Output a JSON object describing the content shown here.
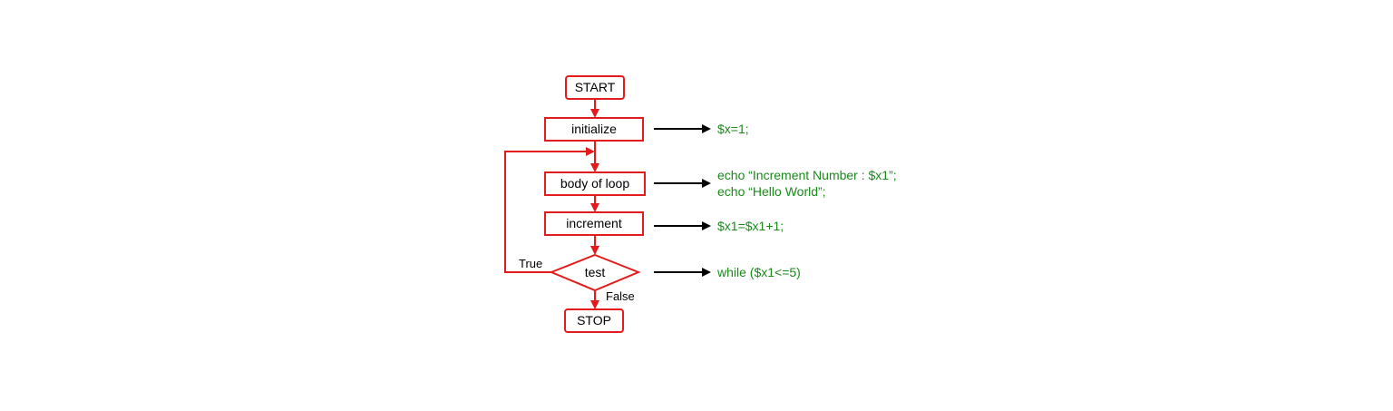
{
  "colors": {
    "shape_stroke": "#e31b1b",
    "connector": "#e31b1b",
    "pointer": "#000000",
    "code_text": "#1a8a1a",
    "background": "#ffffff"
  },
  "flowchart": {
    "nodes": {
      "start": "START",
      "initialize": "initialize",
      "body": "body of loop",
      "increment": "increment",
      "test": "test",
      "stop": "STOP"
    },
    "edge_labels": {
      "true": "True",
      "false": "False"
    }
  },
  "code": {
    "initialize": "$x=1;",
    "body_line1": "echo “Increment Number : $x1”;",
    "body_line2": "echo “Hello World”;",
    "increment": "$x1=$x1+1;",
    "test": "while ($x1<=5)"
  }
}
